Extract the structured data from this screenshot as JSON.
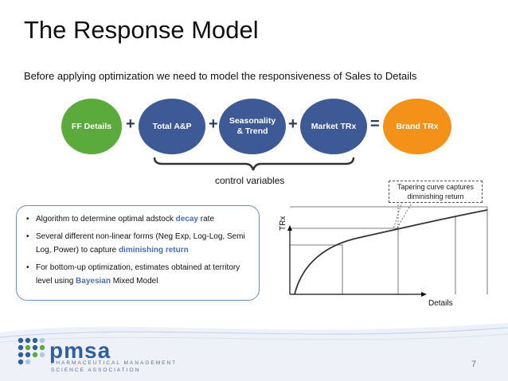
{
  "title": "The Response Model",
  "subtitle": "Before applying optimization we need to model the responsiveness of Sales to Details",
  "equation": {
    "nodes": [
      {
        "label": "FF Details",
        "color": "#5aab3c"
      },
      {
        "label": "Total A&P",
        "color": "#3d5a97"
      },
      {
        "label": "Seasonality & Trend",
        "color": "#3d5a97"
      },
      {
        "label": "Market TRx",
        "color": "#3d5a97"
      },
      {
        "label": "Brand TRx",
        "color": "#f39119"
      }
    ],
    "operators": [
      "+",
      "+",
      "+",
      "="
    ],
    "brace_label": "control variables"
  },
  "bullets": [
    {
      "before": "Algorithm to determine optimal adstock ",
      "highlight": "decay",
      "after": " rate"
    },
    {
      "before": "Several different non-linear forms (Neg Exp, Log-Log, Semi Log, Power) to capture ",
      "highlight": "diminishing return",
      "after": ""
    },
    {
      "before": "For bottom-up optimization, estimates obtained at territory level using ",
      "highlight": "Bayesian",
      "after": " Mixed Model"
    }
  ],
  "curve": {
    "callout": "Tapering curve captures diminishing return",
    "y_axis_label": "TRx",
    "x_axis_label": "Details"
  },
  "footer": {
    "logo": "pmsa",
    "logo_subtitle_line1": "PHARMACEUTICAL MANAGEMENT",
    "logo_subtitle_line2": "SCIENCE ASSOCIATION",
    "page_number": "7"
  },
  "colors": {
    "accent_blue": "#4a6fb5",
    "green": "#5aab3c",
    "navy": "#3d5a97",
    "orange": "#f39119"
  }
}
